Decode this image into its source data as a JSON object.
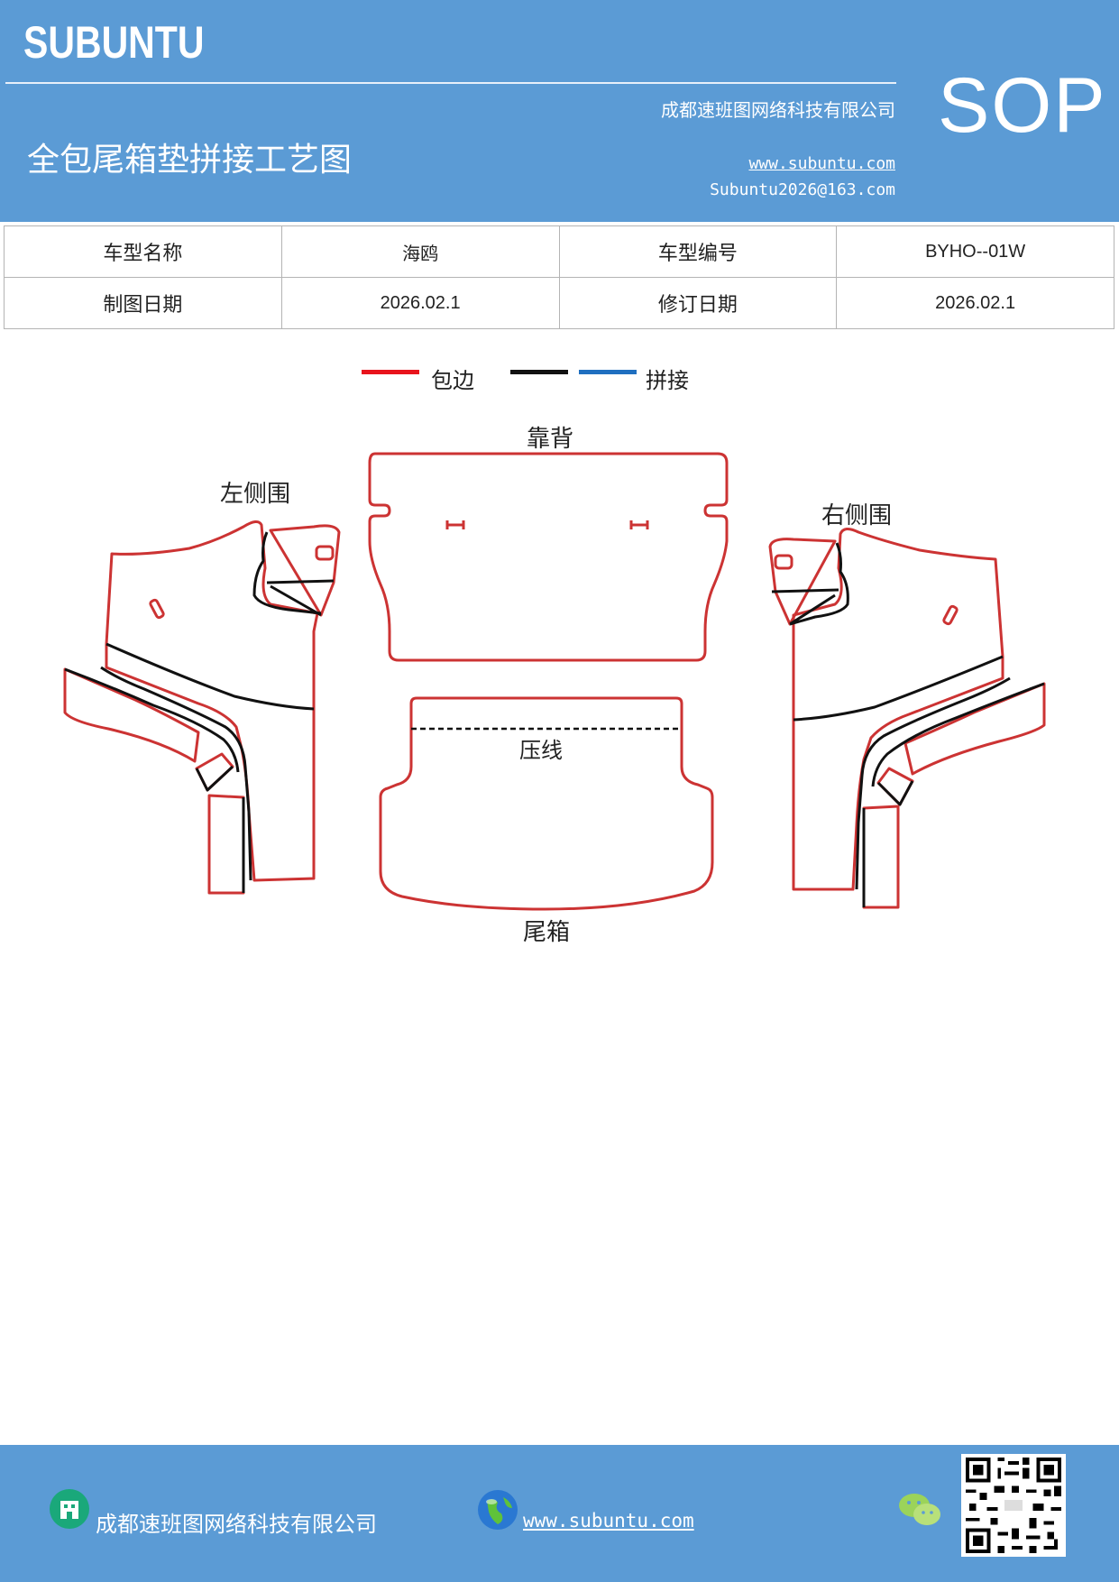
{
  "header": {
    "brand": "SUBUNTU",
    "company": "成都速班图网络科技有限公司",
    "title": "全包尾箱垫拼接工艺图",
    "website": "www.subuntu.com",
    "email": "Subuntu2026@163.com",
    "badge": "SOP"
  },
  "info_table": {
    "rows": [
      {
        "label1": "车型名称",
        "value1": "海鸥",
        "label2": "车型编号",
        "value2": "BYHO--01W"
      },
      {
        "label1": "制图日期",
        "value1": "2026.02.1",
        "label2": "修订日期",
        "value2": "2026.02.1"
      }
    ]
  },
  "legend": {
    "edge_label": "包边",
    "splice_label": "拼接",
    "colors": {
      "edge": "#e8141c",
      "black": "#111111",
      "splice": "#1f6fc0"
    }
  },
  "diagram": {
    "labels": {
      "backrest": "靠背",
      "left_side": "左侧围",
      "right_side": "右侧围",
      "press_line": "压线",
      "trunk": "尾箱"
    },
    "colors": {
      "outline": "#cc3333",
      "seam": "#111111"
    }
  },
  "footer": {
    "company": "成都速班图网络科技有限公司",
    "website": "www.subuntu.com ",
    "icons": [
      "building-icon",
      "globe-icon",
      "wechat-icon",
      "qr-code"
    ]
  }
}
